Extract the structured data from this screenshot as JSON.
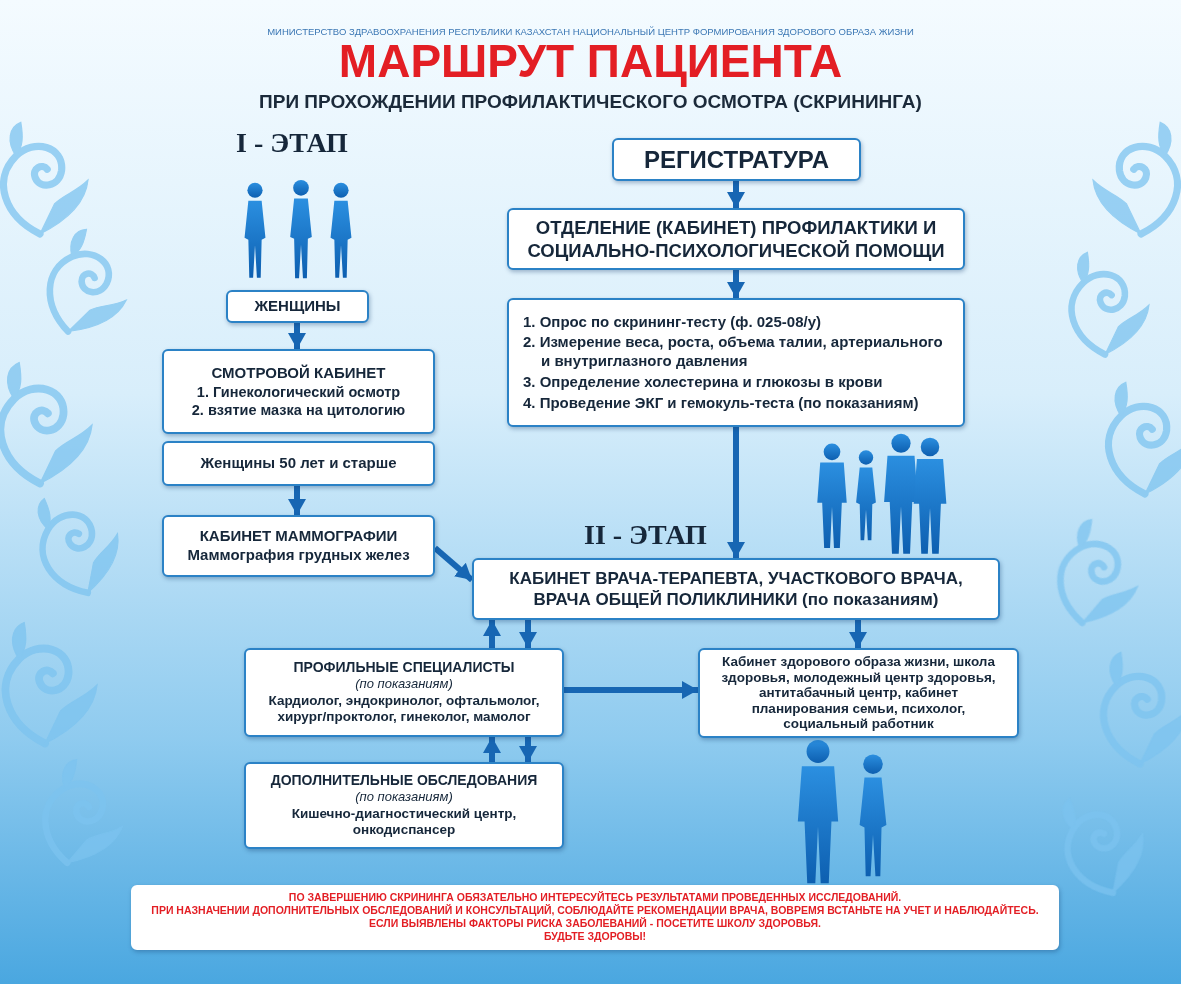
{
  "diagram": {
    "title": "МАРШРУТ ПАЦИЕНТА",
    "nodes": [
      {
        "text": [
          "РЕГИСТРАТУРА"
        ]
      },
      {
        "text": [
          "ОТДЕЛЕНИЕ (КАБИНЕТ) ПРОФИЛАКТИКИ И СОЦИАЛЬНО-ПСИХОЛОГИЧЕСКОЙ ПОМОЩИ"
        ]
      },
      {
        "text": [
          "1. Опрос по скрининг-тесту (ф. 025-08/у)",
          "2. Измерение веса, роста, объема талии, артериального и внутриглазного давления",
          "3. Определение холестерина и глюкозы в крови",
          "4. Проведение ЭКГ и гемокуль-теста (по показаниям)"
        ]
      },
      {
        "text": [
          "ЖЕНЩИНЫ"
        ]
      },
      {
        "text": [
          "СМОТРОВОЙ КАБИНЕТ",
          "1. Гинекологический осмотр",
          "2. взятие мазка на цитологию"
        ]
      },
      {
        "text": [
          "Женщины 50 лет и старше"
        ]
      },
      {
        "text": [
          "КАБИНЕТ МАММОГРАФИИ",
          "Маммография грудных желез"
        ]
      },
      {
        "text": [
          "КАБИНЕТ ВРАЧА-ТЕРАПЕВТА, УЧАСТКОВОГО ВРАЧА, ВРАЧА ОБЩЕЙ ПОЛИКЛИНИКИ (по показаниям)"
        ]
      },
      {
        "text": [
          "ПРОФИЛЬНЫЕ СПЕЦИАЛИСТЫ",
          "(по показаниям)",
          "Кардиолог, эндокринолог, офтальмолог, хирург/проктолог, гинеколог, мамолог"
        ]
      },
      {
        "text": [
          "ДОПОЛНИТЕЛЬНЫЕ ОБСЛЕДОВАНИЯ",
          "(по показаниям)",
          "Кишечно-диагностический центр, онкодиспансер"
        ]
      },
      {
        "text": [
          "Кабинет здорового образа жизни, школа здоровья, молодежный центр здоровья, антитабачный центр, кабинет планирования семьи, психолог, социальный работник"
        ]
      },
      {
        "text": [
          "ПО ЗАВЕРШЕНИЮ СКРИНИНГА ОБЯЗАТЕЛЬНО ИНТЕРЕСУЙТЕСЬ РЕЗУЛЬТАТАМИ ПРОВЕДЕННЫХ ИССЛЕДОВАНИЙ.",
          "ПРИ НАЗНАЧЕНИИ ДОПОЛНИТЕЛЬНЫХ ОБСЛЕДОВАНИЙ И КОНСУЛЬТАЦИЙ, СОБЛЮДАЙТЕ РЕКОМЕНДАЦИИ ВРАЧА, ВОВРЕМЯ ВСТАНЬТЕ НА УЧЕТ И НАБЛЮДАЙТЕСЬ.",
          "ЕСЛИ ВЫЯВЛЕНЫ ФАКТОРЫ РИСКА ЗАБОЛЕВАНИЙ - ПОСЕТИТЕ ШКОЛУ ЗДОРОВЬЯ.",
          "БУДЬТЕ ЗДОРОВЫ!"
        ]
      }
    ],
    "edges": [
      {
        "from": 0,
        "to": 1,
        "arrow": "to"
      },
      {
        "from": 1,
        "to": 2,
        "arrow": "to"
      },
      {
        "from": 2,
        "to": 7,
        "arrow": "to"
      },
      {
        "from": 3,
        "to": 4,
        "arrow": "to"
      },
      {
        "from": 5,
        "to": 6,
        "arrow": "to"
      },
      {
        "from": 6,
        "to": 7,
        "arrow": "to"
      },
      {
        "from": 7,
        "to": 8,
        "arrow": "to"
      },
      {
        "from": 8,
        "to": 7,
        "arrow": "to"
      },
      {
        "from": 8,
        "to": 9,
        "arrow": "to"
      },
      {
        "from": 9,
        "to": 8,
        "arrow": "to"
      },
      {
        "from": 8,
        "to": 10,
        "arrow": "to"
      },
      {
        "from": 7,
        "to": 10,
        "arrow": "to"
      }
    ],
    "labels": [
      "МИНИСТЕРСТВО ЗДРАВООХРАНЕНИЯ РЕСПУБЛИКИ КАЗАХСТАН НАЦИОНАЛЬНЫЙ ЦЕНТР ФОРМИРОВАНИЯ ЗДОРОВОГО ОБРАЗА ЖИЗНИ",
      "ПРИ ПРОХОЖДЕНИИ ПРОФИЛАКТИЧЕСКОГО ОСМОТРА (СКРИНИНГА)",
      "I - ЭТАП",
      "II - ЭТАП"
    ]
  }
}
